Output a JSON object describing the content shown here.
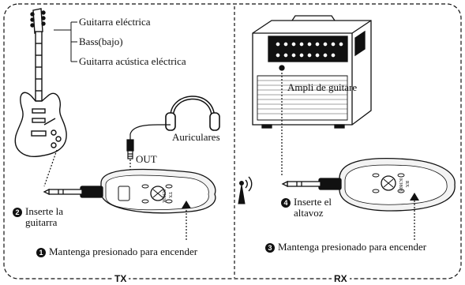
{
  "tx": {
    "section_label": "TX",
    "guitar_types": [
      "Guitarra eléctrica",
      "Bass(bajo)",
      "Guitarra acústica eléctrica"
    ],
    "headphones_label": "Auriculares",
    "out_label": "OUT",
    "brand": "K380E",
    "unit_code": "TX",
    "step2": {
      "number": "2",
      "line1": "Inserte la",
      "line2": "guitarra"
    },
    "step1": {
      "number": "1",
      "text": "Mantenga presionado para encender"
    }
  },
  "rx": {
    "section_label": "RX",
    "amp_label": "Ampli de guitare",
    "brand": "K380E",
    "unit_code": "RX",
    "step4": {
      "number": "4",
      "line1": "Inserte el",
      "line2": "altavoz"
    },
    "step3": {
      "number": "3",
      "text": "Mantenga presionado para encender"
    }
  },
  "colors": {
    "ink": "#111111",
    "device_fill": "#f3f3f3",
    "amp_fill": "#ffffff"
  }
}
